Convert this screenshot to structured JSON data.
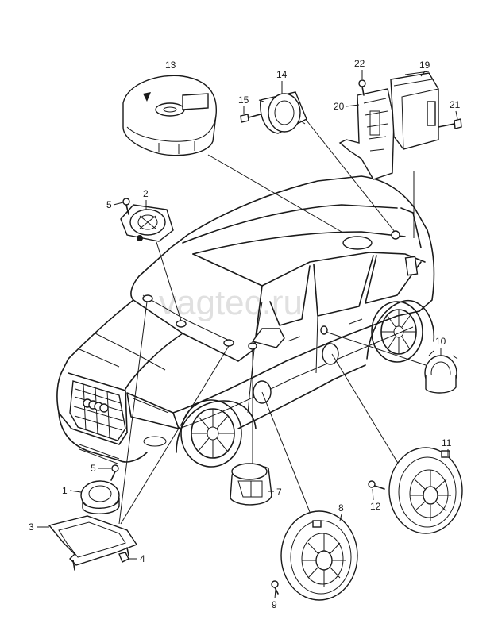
{
  "watermark": "vagtec.ru",
  "part_numbers": {
    "p1": "1",
    "p2": "2",
    "p3": "3",
    "p4": "4",
    "p5a": "5",
    "p5b": "5",
    "p7": "7",
    "p8": "8",
    "p9": "9",
    "p10": "10",
    "p11": "11",
    "p12": "12",
    "p13": "13",
    "p14": "14",
    "p15": "15",
    "p19": "19",
    "p20": "20",
    "p21": "21",
    "p22": "22"
  }
}
